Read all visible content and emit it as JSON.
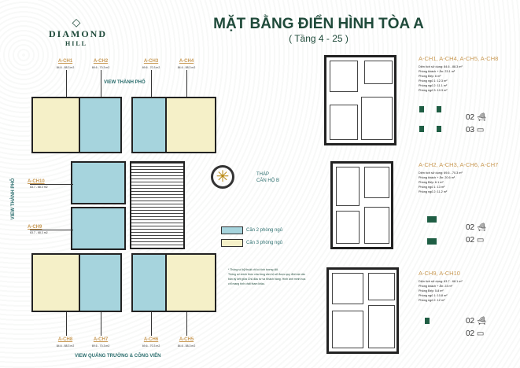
{
  "brand": {
    "logo_name": "DIAMOND",
    "logo_sub": "HILL"
  },
  "header": {
    "title": "MẶT BẰNG ĐIỂN HÌNH TÒA A",
    "subtitle": "( Tầng 4 - 25 )"
  },
  "units_top": [
    {
      "label": "A-CH1",
      "area": "84.6 - 88.3 m2"
    },
    {
      "label": "A-CH2",
      "area": "69.6 - 70.3 m2"
    },
    {
      "label": "A-CH3",
      "area": "69.6 - 70.3 m2"
    },
    {
      "label": "A-CH4",
      "area": "84.6 - 88.3 m2"
    }
  ],
  "units_side": [
    {
      "label": "A-CH10",
      "area": "63.7 - 68.3 m2"
    },
    {
      "label": "A-CH9",
      "area": "63.7 - 68.3 m2"
    }
  ],
  "units_bottom": [
    {
      "label": "A-CH8",
      "area": "84.6 - 88.3 m2"
    },
    {
      "label": "A-CH7",
      "area": "69.6 - 70.3 m2"
    },
    {
      "label": "A-CH6",
      "area": "69.6 - 70.3 m2"
    },
    {
      "label": "A-CH5",
      "area": "84.6 - 88.3 m2"
    }
  ],
  "views": {
    "top": "VIEW THÀNH PHỐ",
    "left": "VIEW THÀNH PHỐ",
    "bottom": "VIEW QUẢNG TRƯỜNG & CÔNG VIÊN"
  },
  "tower": {
    "line1": "THÁP",
    "line2": "CĂN HỘ B"
  },
  "legend": [
    {
      "label": "Căn 2 phòng ngủ",
      "color": "#a6d4dd"
    },
    {
      "label": "Căn 3 phòng ngủ",
      "color": "#f5f0c8"
    }
  ],
  "notes": [
    "* Thông số kỹ thuật chỉ có tính tương đối.",
    "Thông số chính thức của từng căn hộ sẽ được quy định tại văn bản ký kết giữa Chủ đầu tư và Khách hàng. Hình ảnh minh họa chỉ mang tính chất tham khảo."
  ],
  "unit_types": [
    {
      "title": "A-CH1, A-CH4, A-CH5, A-CH8",
      "details": [
        "Diện tích sử dụng: 84.6 - 88.3 m²",
        "Phòng khách + Ăn: 23.1 m²",
        "Phòng Bếp: 6 m²",
        "Phòng ngủ 1: 12.3 m²",
        "Phòng ngủ 2: 11.1 m²",
        "Phòng ngủ 3: 10.3 m²"
      ],
      "bathrooms": "02",
      "bedrooms": "03"
    },
    {
      "title": "A-CH2, A-CH3, A-CH6, A-CH7",
      "details": [
        "Diện tích sử dụng: 69.6 - 70.3 m²",
        "Phòng khách + Ăn: 20.6 m²",
        "Phòng Bếp: 6.1 m²",
        "Phòng ngủ 1: 13 m²",
        "Phòng ngủ 2: 11.2 m²"
      ],
      "bathrooms": "02",
      "bedrooms": "02"
    },
    {
      "title": "A-CH9, A-CH10",
      "details": [
        "Diện tích sử dụng: 63.7 - 68.1 m²",
        "Phòng khách + Ăn: 23 m²",
        "Phòng Bếp: 5.8 m²",
        "Phòng ngủ 1: 10.8 m²",
        "Phòng ngủ 2: 12 m²"
      ],
      "bathrooms": "02",
      "bedrooms": "02"
    }
  ],
  "colors": {
    "brand": "#1f4a3a",
    "accent": "#c99a55",
    "two_bed": "#a6d4dd",
    "three_bed": "#f5f0c8"
  }
}
